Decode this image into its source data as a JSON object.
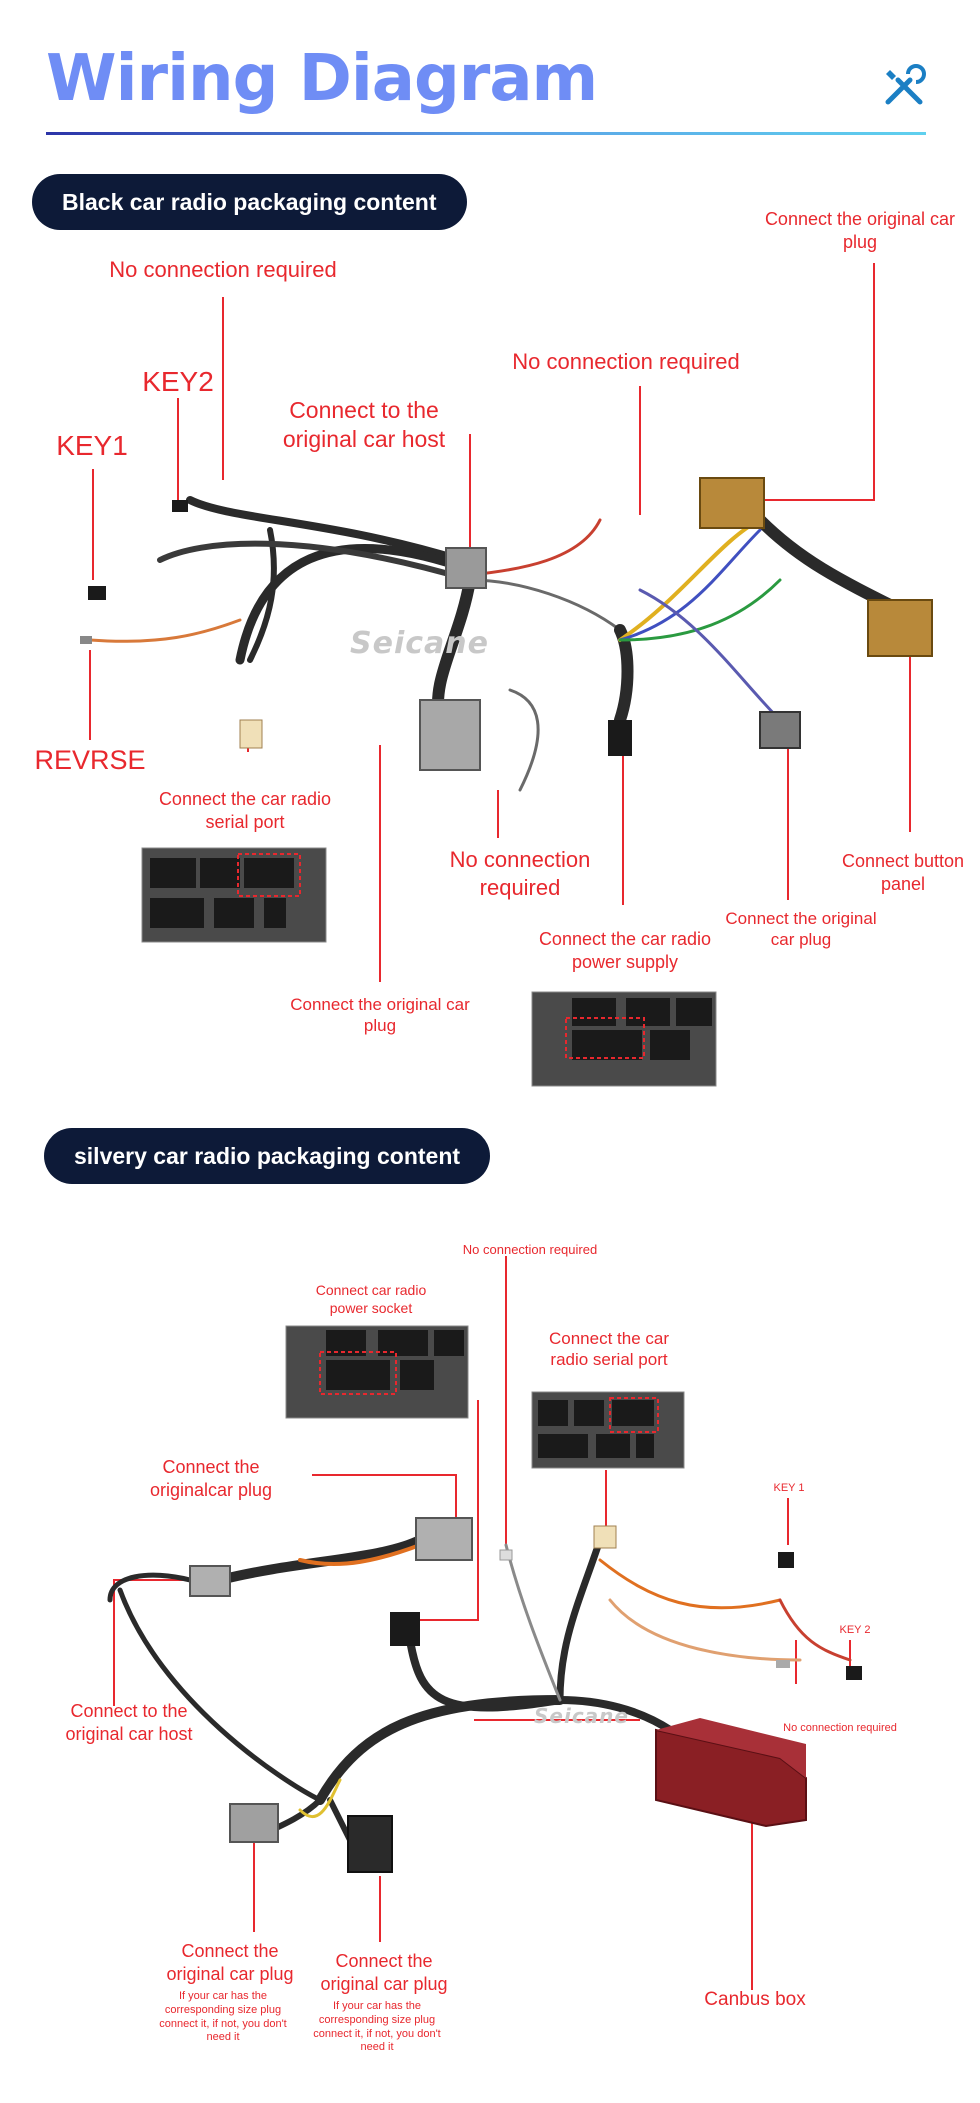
{
  "header": {
    "title": "Wiring Diagram",
    "icon": "tools-icon",
    "accent": "#6f8df5"
  },
  "section1": {
    "heading": "Black car radio packaging content",
    "labels": {
      "orig_plug_top": "Connect the original car plug",
      "no_conn_top": "No connection required",
      "no_conn_mid": "No connection required",
      "key2": "KEY2",
      "key1": "KEY1",
      "host": "Connect to the original car host",
      "reverse": "REVRSE",
      "serial": "Connect the car radio serial port",
      "no_conn_low": "No connection required",
      "button_panel": "Connect button panel",
      "power": "Connect the car radio power supply",
      "orig_plug_right": "Connect the original car plug",
      "orig_plug_low": "Connect the original car plug"
    },
    "watermark": "Seicane"
  },
  "section2": {
    "heading": "silvery car radio packaging content",
    "labels": {
      "no_conn_top": "No connection required",
      "power_socket": "Connect car radio power socket",
      "serial": "Connect the car radio serial port",
      "orig_plug": "Connect the originalcar plug",
      "key1": "KEY 1",
      "key2": "KEY 2",
      "no_conn_right": "No connection required",
      "host": "Connect to the original car host",
      "canbus": "Canbus box",
      "plug_a": "Connect the original car plug",
      "plug_a_note": "If your car has the corresponding size plug connect it, if not, you don't need it",
      "plug_b": "Connect the original car plug",
      "plug_b_note": "If your car has the corresponding size plug connect it, if not, you don't need it"
    },
    "watermark": "Seicane"
  },
  "colors": {
    "label": "#e8282e",
    "pill_bg": "#0d1a38",
    "connector_tan": "#b8893a",
    "connector_grey": "#9a9a9a",
    "canbus": "#8a1f24"
  }
}
